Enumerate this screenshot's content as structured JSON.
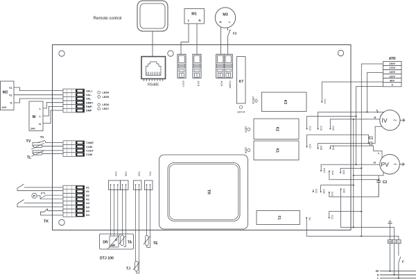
{
  "diagram": {
    "remote_control_label": "Remote control",
    "rs485_label": "RS485",
    "colors": {
      "line": "#4a4e54",
      "text": "#26292e",
      "dark_fill": "#1e2023",
      "light_fill": "#e3e4e6"
    }
  },
  "m1": {
    "label": "M1",
    "terminals": [
      "L",
      "N"
    ]
  },
  "m3": {
    "label": "M3",
    "terminals": [
      "N",
      "L"
    ],
    "fuse_label": "F2"
  },
  "m2": {
    "label": "M2",
    "terminals": [
      "Y1",
      "Y2",
      "G"
    ],
    "voltage": "24V"
  },
  "m_damper": {
    "label": "M",
    "terminals": [
      "L",
      "L",
      "N"
    ],
    "voltage": "24V"
  },
  "edge_connectors": [
    "EXT+",
    "ACN",
    "ACN",
    "PUMP"
  ],
  "val_block": {
    "rows": [
      "VAL+",
      "VAL-",
      "VAL",
      "DMP+",
      "DMP-",
      "DMP"
    ],
    "leds": [
      "LED4",
      "LED5",
      "LED6",
      "LED7"
    ]
  },
  "t_block": {
    "rows": [
      "T.WAT",
      "COM",
      "T.OUT",
      "COM"
    ]
  },
  "a_block": {
    "rows": [
      "A1",
      "A1",
      "A2",
      "A2",
      "A3",
      "A3",
      "A4",
      "A4"
    ]
  },
  "sensors": {
    "t1": "T1",
    "tv": "TV",
    "tl": "TL",
    "tk": "TK",
    "p": "P",
    "te": "TE",
    "tj": "TJ",
    "dtj": {
      "label": "DTJ 100",
      "dr": "DR",
      "u": "U",
      "hr": "HR",
      "ta": "TA"
    }
  },
  "pin_headers": [
    "X40",
    "X38",
    "X39",
    "X41"
  ],
  "relays": {
    "k7": "K7",
    "k3": "K3",
    "k2": "K2",
    "k1": "K1",
    "f1": "F1",
    "tr": "TR",
    "led14": "LED14",
    "led10": "LED10",
    "led9": "LED9",
    "led8": "LED8"
  },
  "atr": {
    "label": "ATR",
    "taps": [
      "230V",
      "170V",
      "140V",
      "110V",
      "80V",
      "0"
    ]
  },
  "motors": {
    "iv": {
      "label": "IV",
      "wave": "~",
      "l": "L",
      "n": "N"
    },
    "pv": {
      "label": "PV",
      "wave": "~",
      "l": "L",
      "n": "N"
    },
    "c1": "C1",
    "c2": "C2"
  },
  "fastons": [
    "X14",
    "X12",
    "X15",
    "X42",
    "X27",
    "X28",
    "X43",
    "X45",
    "X44",
    "X29",
    "X20",
    "X19",
    "X30",
    "X31",
    "X11",
    "X9"
  ],
  "power": {
    "block": [
      "PE",
      "N",
      "L"
    ],
    "lines": [
      "PE",
      "N",
      "L"
    ],
    "fuse": "F"
  }
}
